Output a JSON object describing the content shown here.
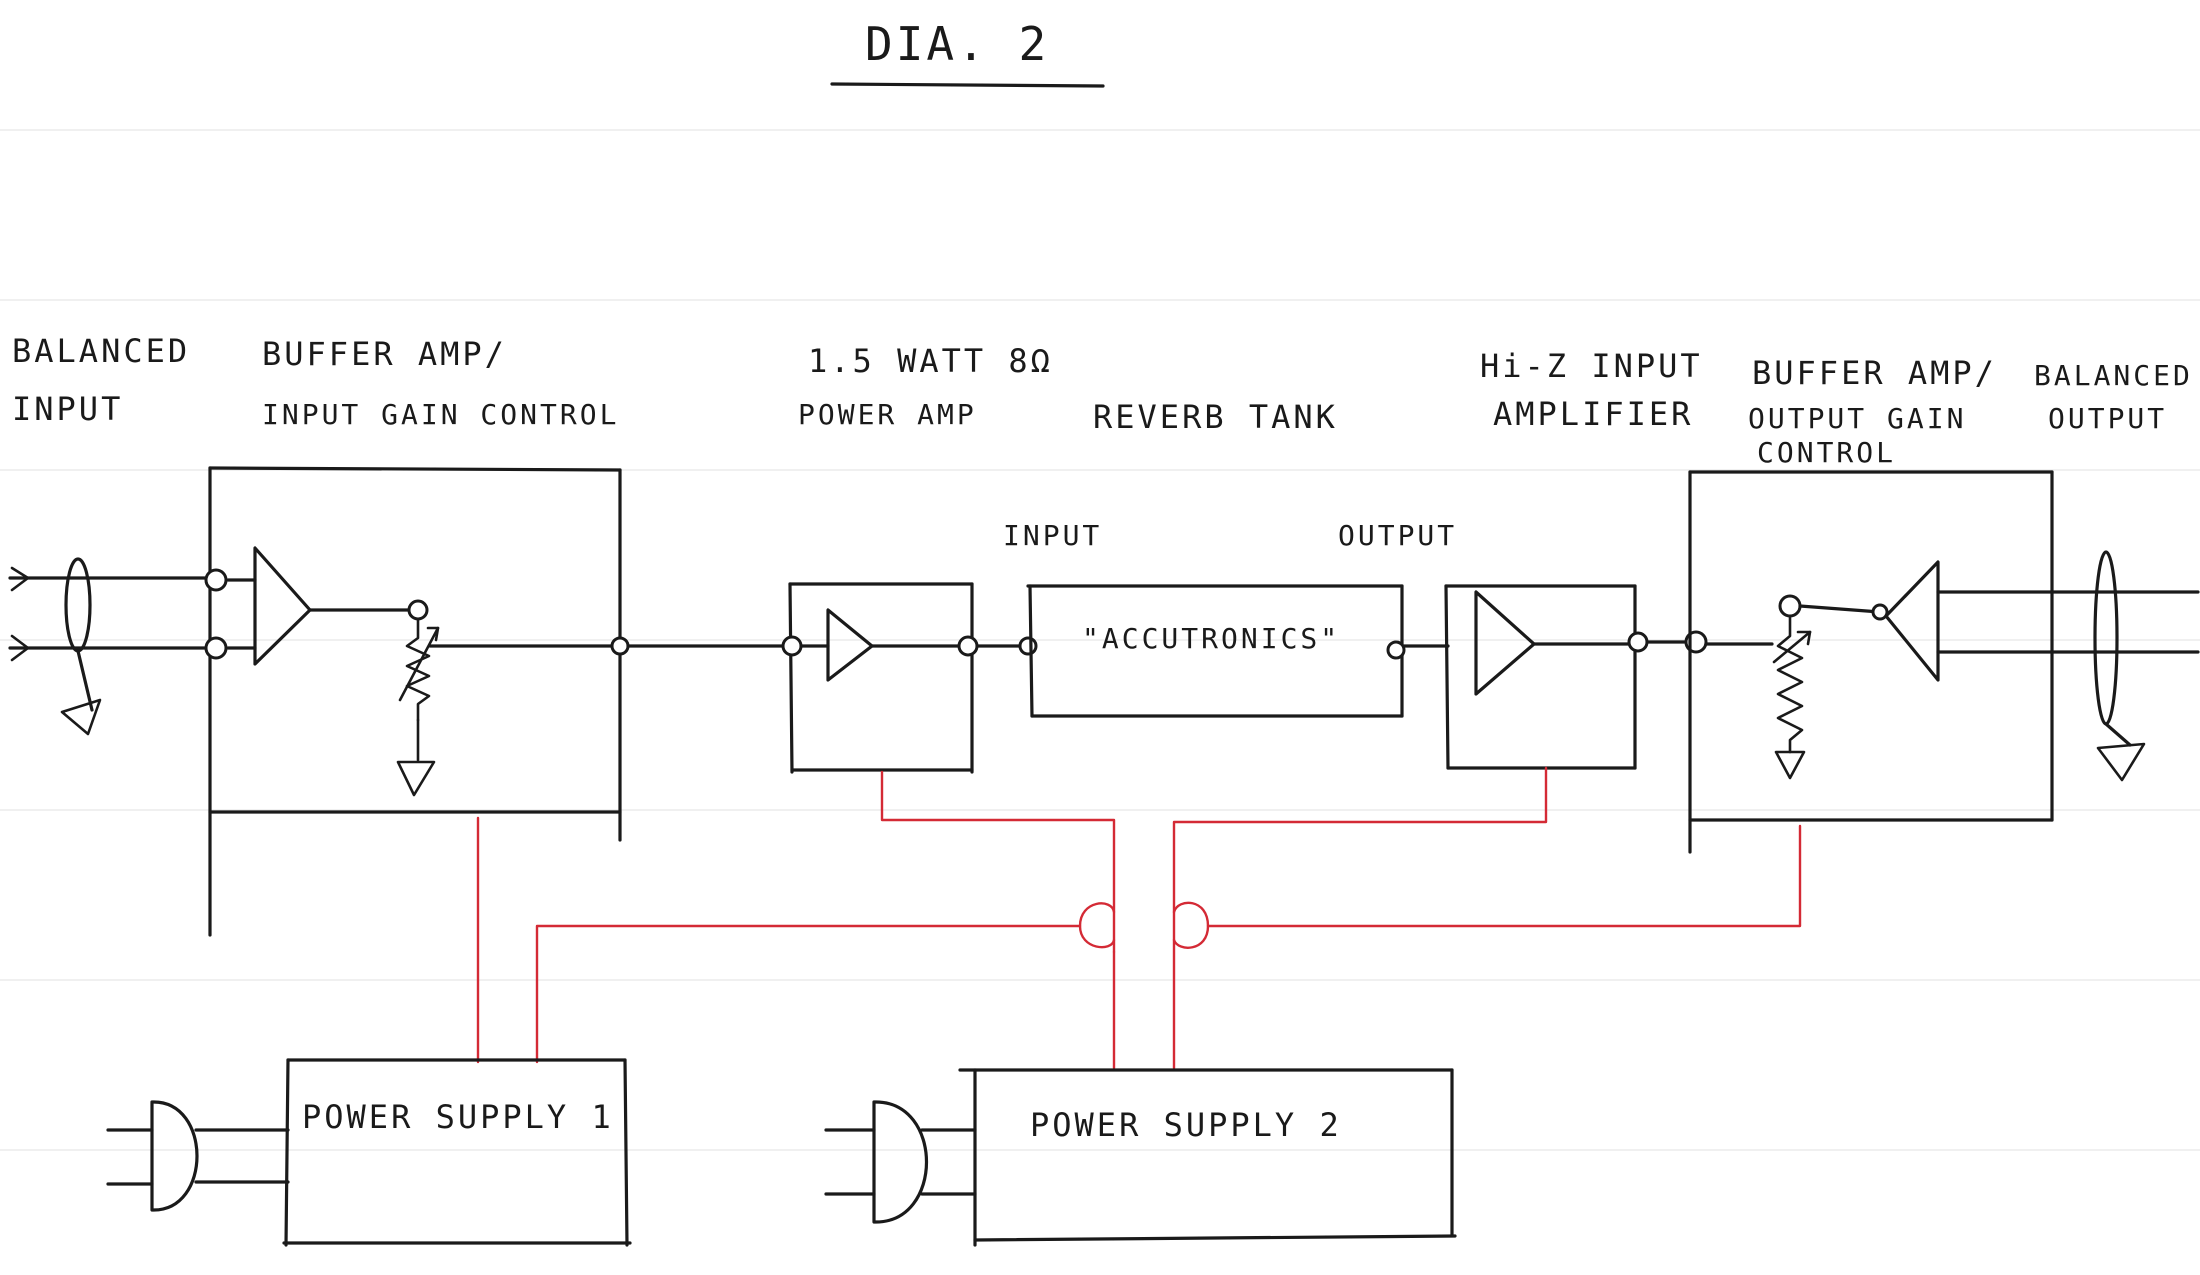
{
  "title": "DIA. 2",
  "labels": {
    "balanced_input_line1": "BALANCED",
    "balanced_input_line2": "INPUT",
    "buffer_in_line1": "BUFFER AMP/",
    "buffer_in_line2": "INPUT GAIN CONTROL",
    "power_amp_line1": "1.5 WATT 8Ω",
    "power_amp_line2": "POWER AMP",
    "reverb_tank": "REVERB TANK",
    "tank_input": "INPUT",
    "tank_output": "OUTPUT",
    "tank_brand": "\"ACCUTRONICS\"",
    "hiz_line1": "Hi-Z INPUT",
    "hiz_line2": "AMPLIFIER",
    "buffer_out_line1": "BUFFER AMP/",
    "buffer_out_line2": "OUTPUT GAIN",
    "buffer_out_line3": "CONTROL",
    "balanced_output_line1": "BALANCED",
    "balanced_output_line2": "OUTPUT",
    "power_supply_1": "POWER SUPPLY 1",
    "power_supply_2": "POWER SUPPLY 2"
  },
  "colors": {
    "ink": "#1a1a1a",
    "power_wiring": "#d42a35",
    "paper": "#ffffff"
  }
}
